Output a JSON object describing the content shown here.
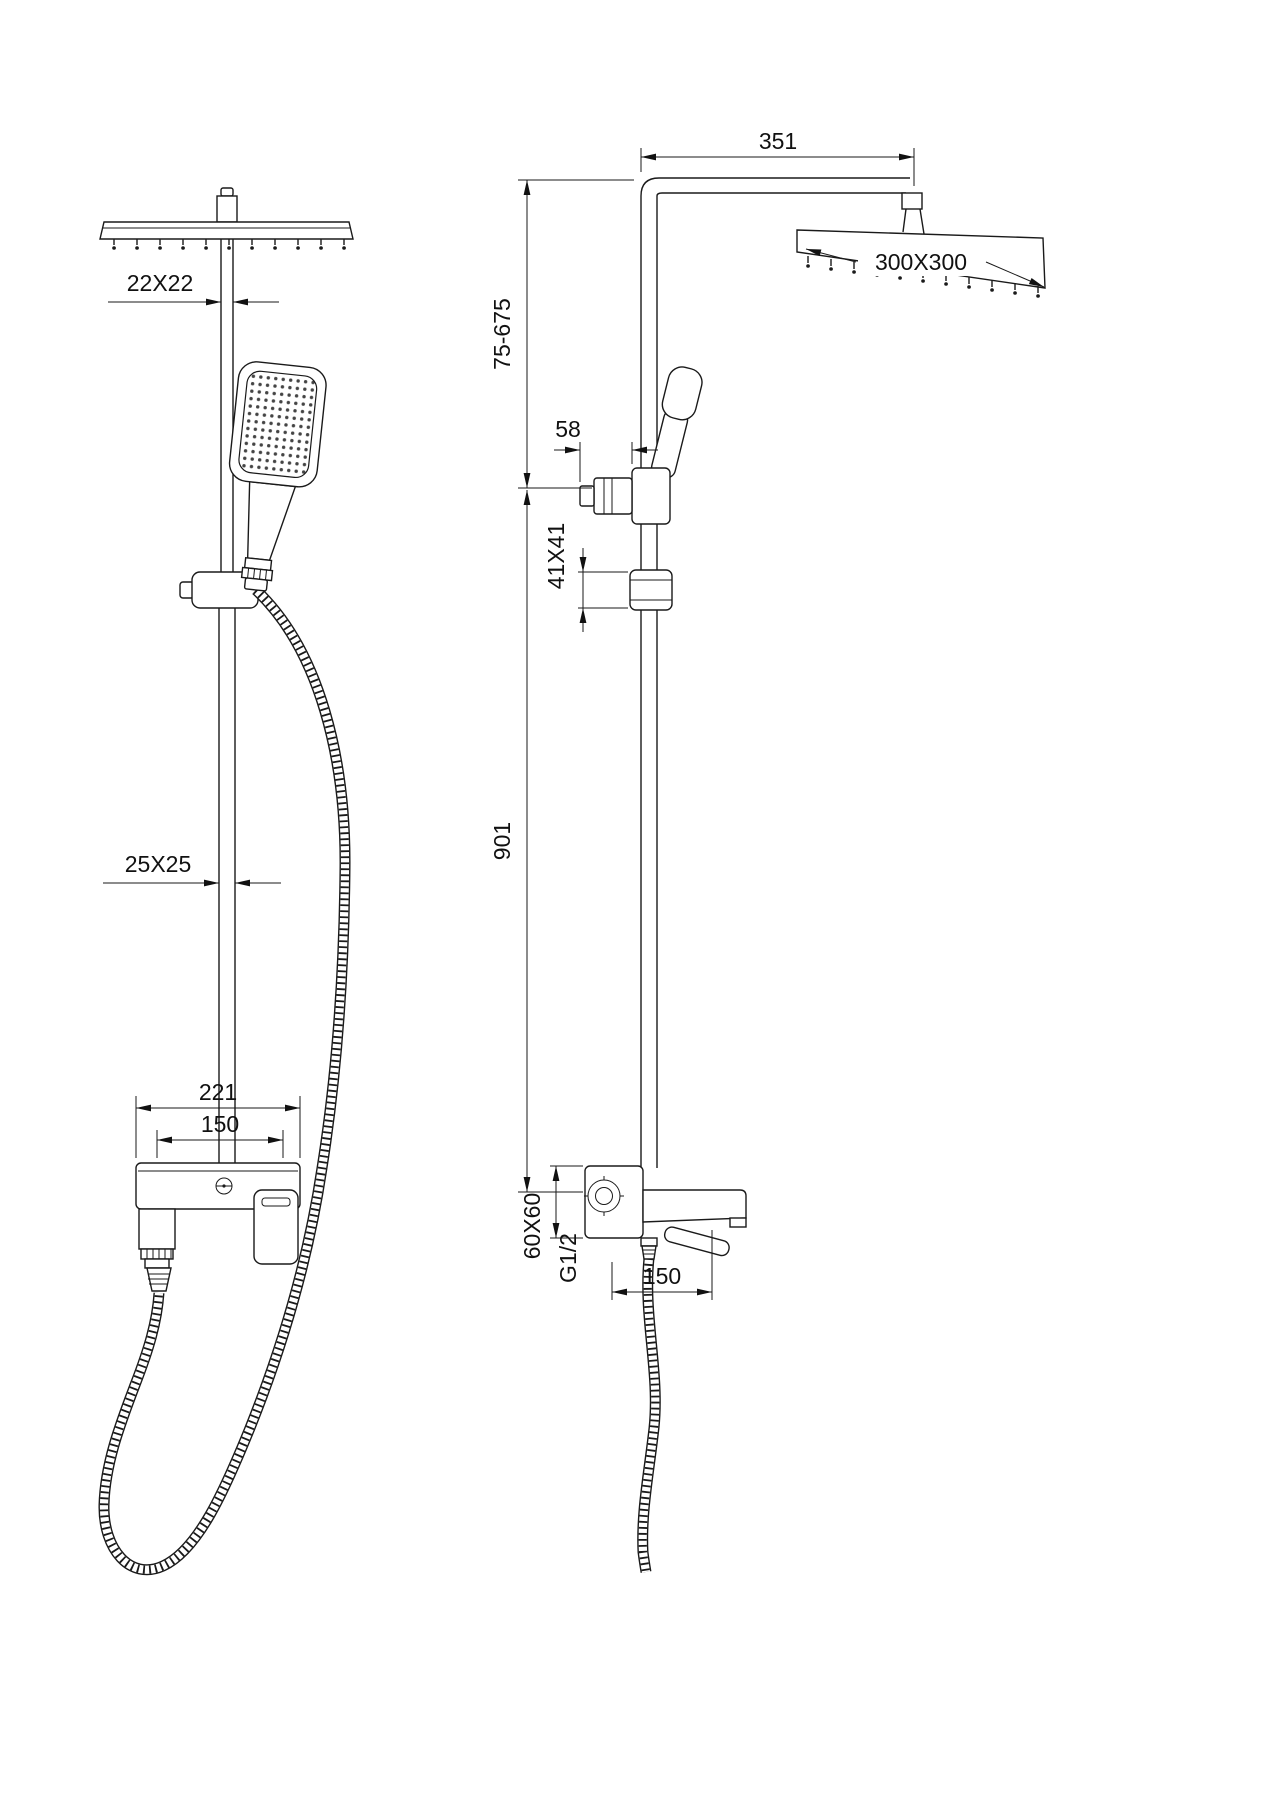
{
  "drawing": {
    "description": "Shower column technical drawing, front and side views with dimensions",
    "colors": {
      "line": "#1a1a1a",
      "background": "#ffffff",
      "text": "#111111"
    },
    "front_view": {
      "upper_pipe": "22X22",
      "main_pipe": "25X25",
      "mixer_width": "221",
      "mixer_spacing": "150"
    },
    "side_view": {
      "arm_length": "351",
      "height_range": "75-675",
      "head_size": "300X300",
      "holder_depth": "58",
      "slider_size": "41X41",
      "pole_length": "901",
      "body_size": "60X60",
      "thread": "G1/2",
      "spout_reach": "150"
    }
  }
}
